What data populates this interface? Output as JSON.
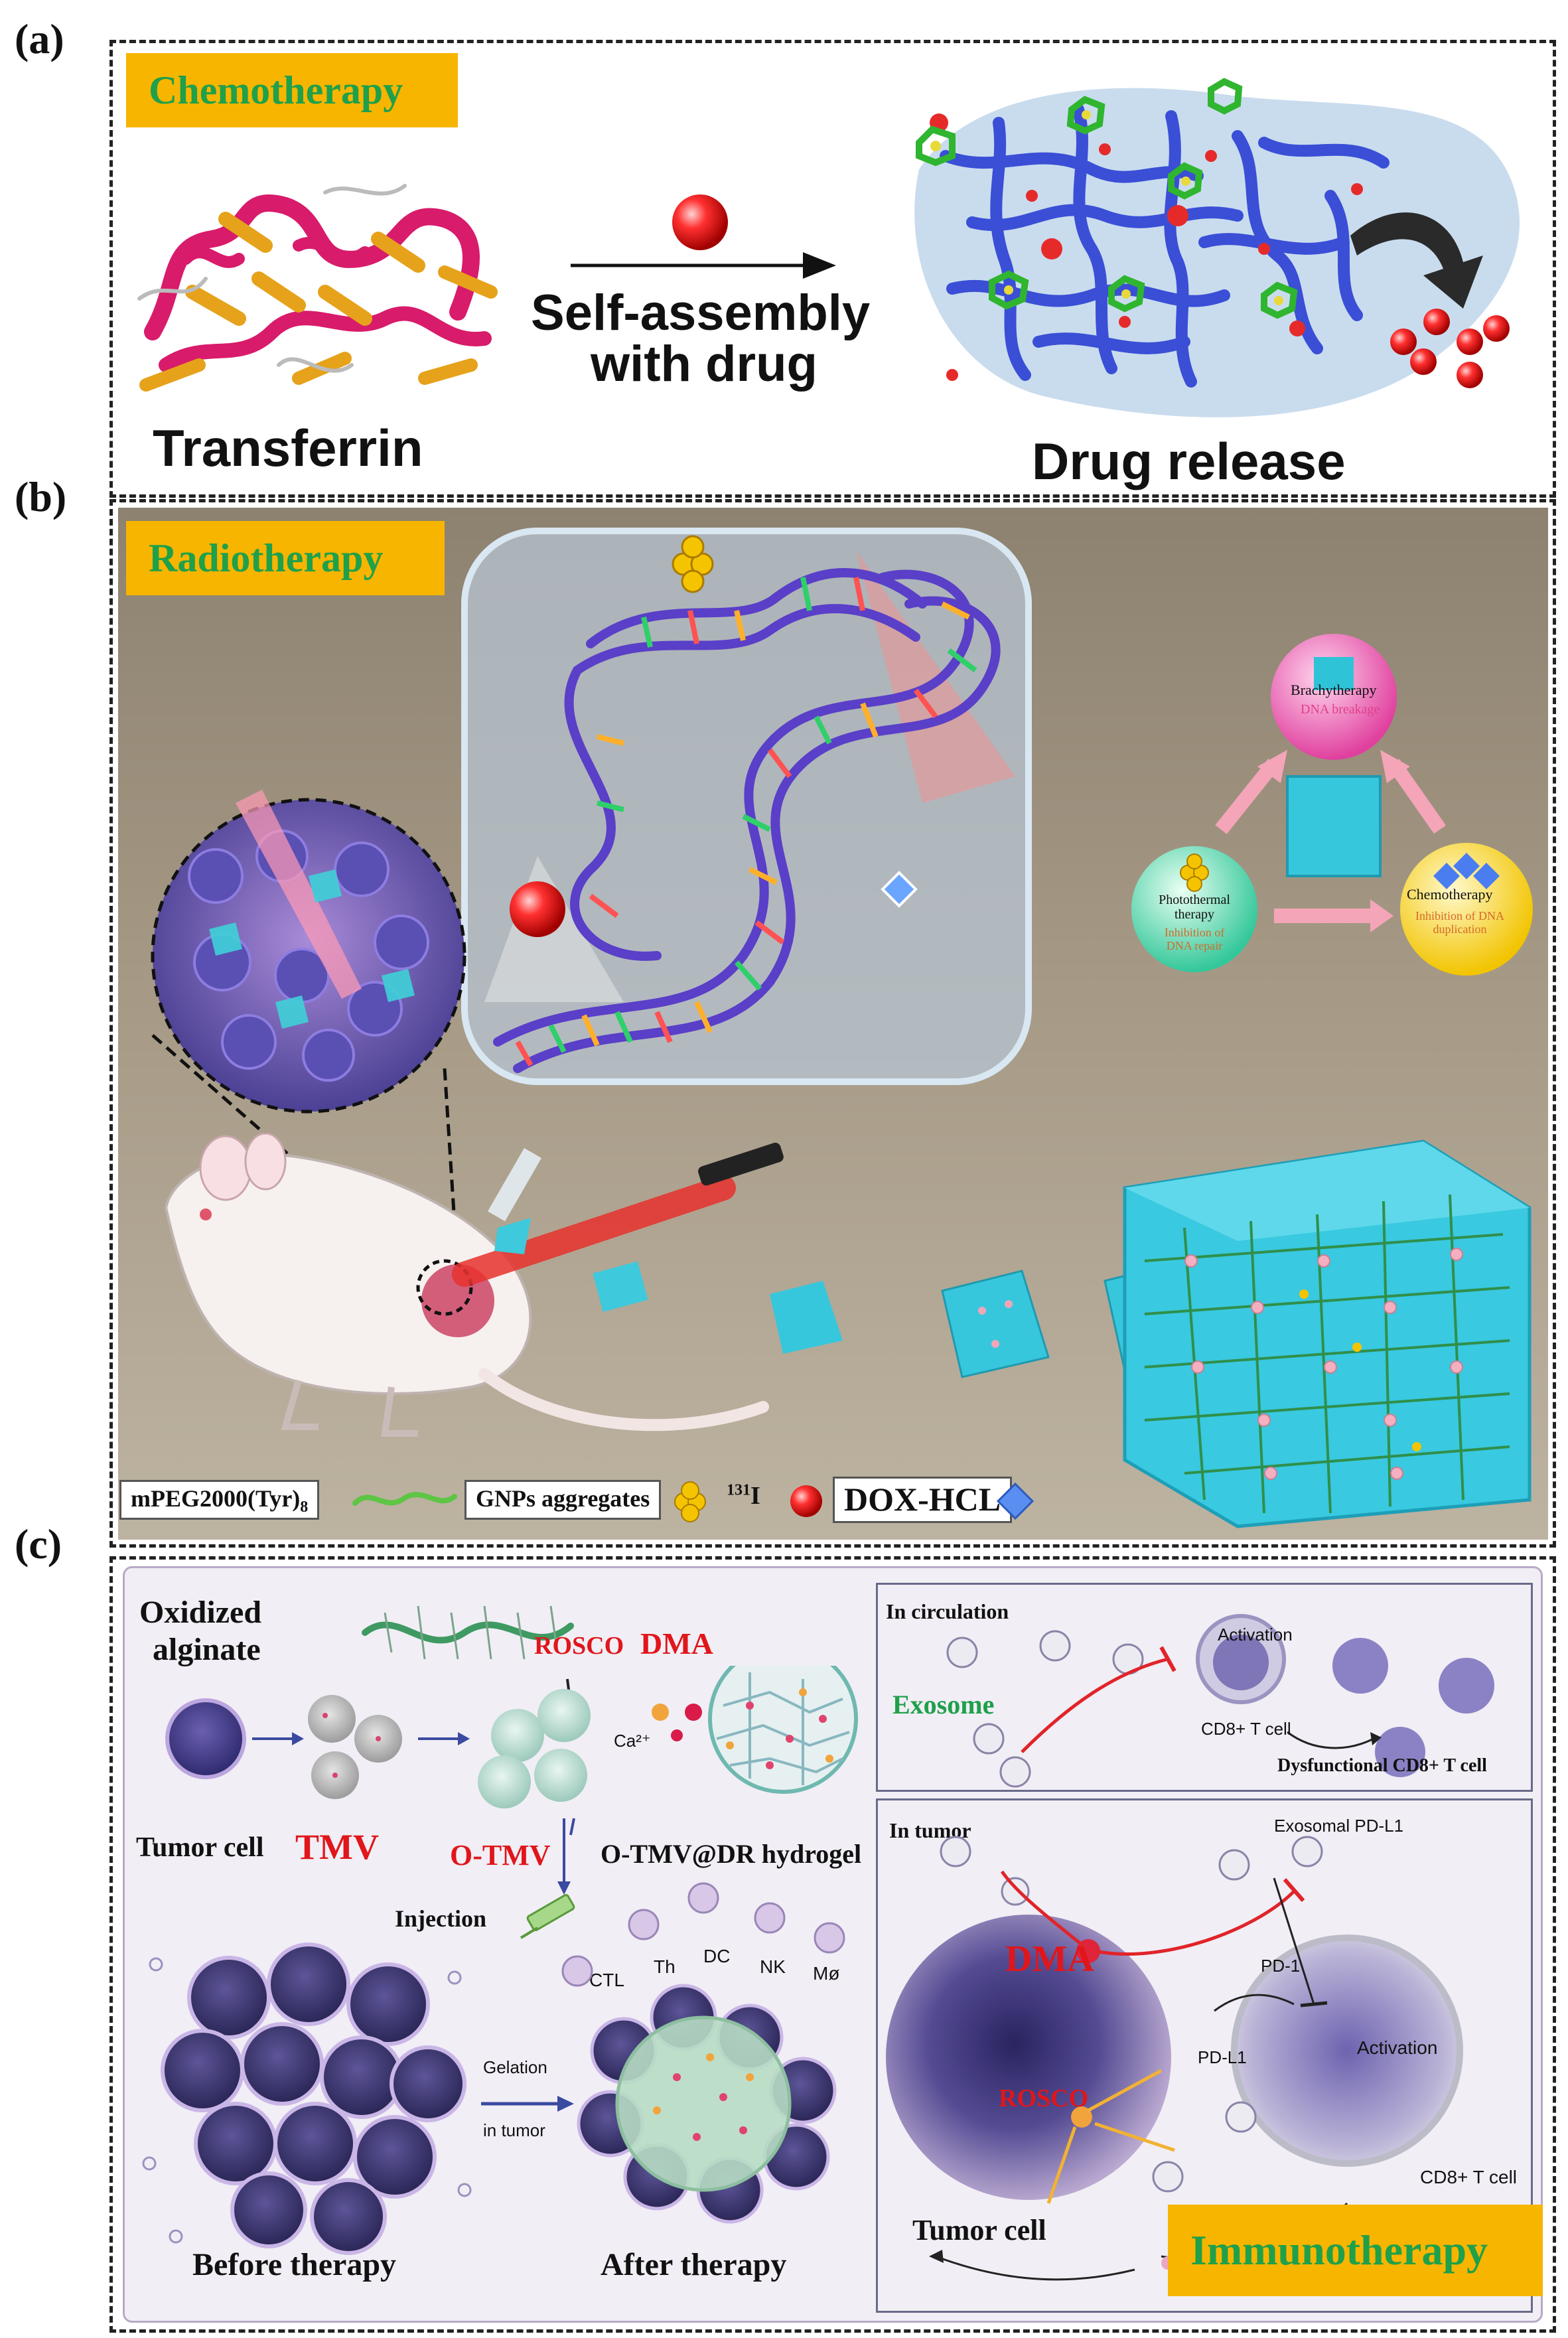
{
  "panel_a": {
    "letter": "(a)",
    "tag": "Chemotherapy",
    "protein_label": "Transferrin",
    "arrow_label_line1": "Self-assembly",
    "arrow_label_line2": "with drug",
    "result_label": "Drug release"
  },
  "panel_b": {
    "letter": "(b)",
    "tag": "Radiotherapy",
    "cycle": {
      "top": "Brachytherapy",
      "top_sub": "DNA breakage",
      "left": "Photothermal therapy",
      "left_sub": "Inhibition of DNA repair",
      "right": "Chemotherapy",
      "right_sub": "Inhibition of DNA duplication"
    },
    "legend": {
      "item1": "mPEG2000(Tyr)",
      "item1_sub": "8",
      "item2": "GNPs aggregates",
      "item3_sup": "131",
      "item3": "I",
      "item4": "DOX-HCL"
    }
  },
  "panel_c": {
    "letter": "(c)",
    "tag": "Immunotherapy",
    "oxidized_l1": "Oxidized",
    "oxidized_l2": "alginate",
    "rosco": "ROSCO",
    "dma": "DMA",
    "calcium": "Ca²⁺",
    "tumor_cell": "Tumor cell",
    "tmv": "TMV",
    "otmv": "O-TMV",
    "hydrogel": "O-TMV@DR hydrogel",
    "injection": "Injection",
    "ctl": "CTL",
    "th": "Th",
    "dc": "DC",
    "nk": "NK",
    "mo": "Mø",
    "gelation_l1": "Gelation",
    "gelation_l2": "in tumor",
    "before": "Before therapy",
    "after": "After therapy",
    "in_circulation": "In circulation",
    "exosome": "Exosome",
    "activation_top": "Activation",
    "cd8_top": "CD8+ T cell",
    "dysfunctional": "Dysfunctional CD8+ T cell",
    "in_tumor": "In tumor",
    "exosomal_pdl1": "Exosomal PD-L1",
    "dma_big": "DMA",
    "pd1": "PD-1",
    "pdl1": "PD-L1",
    "rosco_big": "ROSCO",
    "activation_bottom": "Activation",
    "cd8_bottom": "CD8+ T cell",
    "tumor_cell_bottom": "Tumor cell"
  },
  "colors": {
    "tag_bg": "#f7b500",
    "tag_text_green": "#1fa04a",
    "red_text": "#e0161b",
    "hydrogel_cyan": "#35c8e0",
    "panel_b_bg": "#8f8472"
  }
}
